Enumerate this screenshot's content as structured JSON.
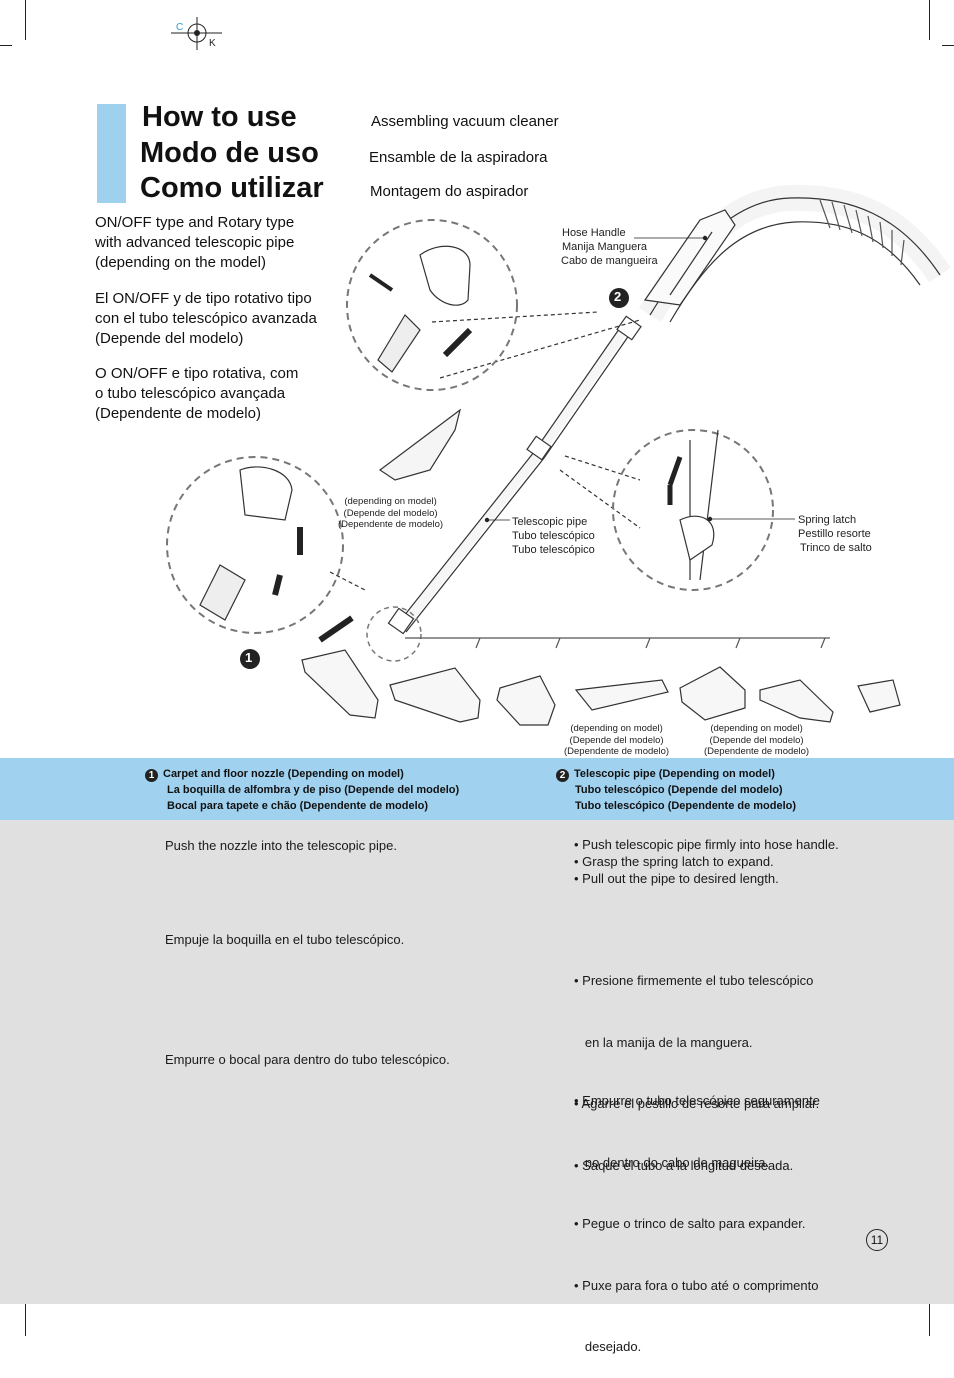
{
  "reg_mark": {
    "c": "C",
    "k": "K"
  },
  "title": {
    "en": "How to use",
    "es": "Modo de uso",
    "pt": "Como utilizar"
  },
  "subtitle": {
    "en": "Assembling vacuum cleaner",
    "es": "Ensamble de la aspiradora",
    "pt": "Montagem do aspirador"
  },
  "intro": {
    "en": [
      "ON/OFF type and Rotary type",
      "with advanced telescopic pipe",
      "(depending on the model)"
    ],
    "es": [
      "El ON/OFF y de tipo rotativo tipo",
      "con el tubo telescópico avanzada",
      "(Depende del modelo)"
    ],
    "pt": [
      "O ON/OFF e tipo rotativa, com",
      "o tubo telescópico avançada",
      "(Dependente de modelo)"
    ]
  },
  "callouts": {
    "hose_handle": [
      "Hose Handle",
      "Manija Manguera",
      "Cabo de mangueira"
    ],
    "telescopic_pipe": [
      "Telescopic pipe",
      "Tubo telescópico",
      "Tubo telescópico"
    ],
    "spring_latch": [
      "Spring latch",
      "Pestillo resorte",
      "Trinco de salto"
    ],
    "depending": [
      "(depending on model)",
      "(Depende del modelo)",
      "(Dependente de modelo)"
    ]
  },
  "step_markers": [
    "1",
    "2"
  ],
  "section1": {
    "number": "1",
    "headers": [
      "Carpet and floor nozzle (Depending on model)",
      "La boquilla de alfombra y de piso (Depende del modelo)",
      "Bocal para tapete e chão (Dependente de modelo)"
    ],
    "en": "Push the nozzle into the telescopic pipe.",
    "es": "Empuje la boquilla en el tubo telescópico.",
    "pt": "Empurre o bocal para dentro do tubo telescópico."
  },
  "section2": {
    "number": "2",
    "headers": [
      "Telescopic pipe (Depending on model)",
      "Tubo telescópico (Depende del modelo)",
      "Tubo telescópico (Dependente de modelo)"
    ],
    "en": [
      "• Push telescopic pipe firmly into hose handle.",
      "• Grasp the spring latch to expand.",
      "• Pull out the pipe to desired length."
    ],
    "es": [
      "• Presione firmemente el tubo telescópico",
      "   en la manija de la manguera.",
      "• Agarre el pestillo de resorte para ampliar.",
      "• Saque el tubo a la longitud deseada."
    ],
    "pt": [
      "• Empurre o tubo telescópico seguramente",
      "   no dentro do cabo de magueira.",
      "• Pegue o trinco de salto para expander.",
      "• Puxe para fora o tubo até o comprimento",
      "   desejado."
    ]
  },
  "page_number": "11",
  "colors": {
    "accent": "#9fd0ee",
    "band": "#a0d2f0",
    "panel": "#e0e0e0"
  }
}
